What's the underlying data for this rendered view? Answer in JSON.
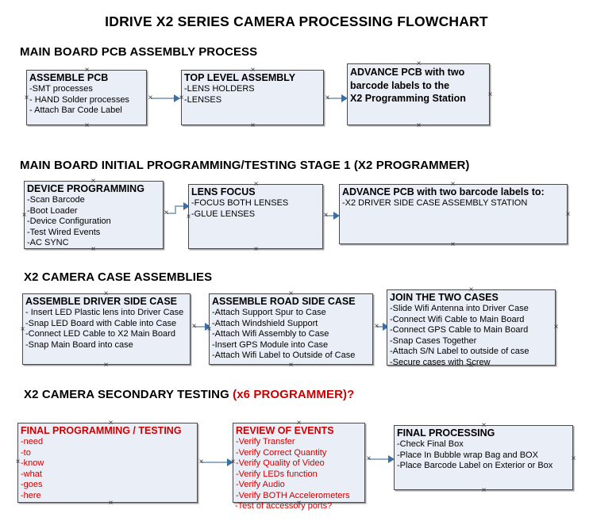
{
  "document": {
    "title": "IDRIVE X2  SERIES CAMERA PROCESSING FLOWCHART"
  },
  "sections": [
    {
      "id": "main-board-pcb-assembly-process",
      "heading": "MAIN BOARD PCB ASSEMBLY PROCESS",
      "heading_red": "",
      "boxes": [
        {
          "id": "assemble-pcb",
          "title": "ASSEMBLE PCB",
          "lines": [
            "-SMT processes",
            "- HAND Solder processes",
            "- Attach Bar Code Label"
          ]
        },
        {
          "id": "top-level-assembly",
          "title": "TOP LEVEL ASSEMBLY",
          "lines": [
            "-LENS HOLDERS",
            "-LENSES"
          ]
        },
        {
          "id": "advance-pcb-to-x2-programming-station",
          "title_lines": [
            "ADVANCE PCB with two",
            "barcode labels to the",
            " X2 Programming Station"
          ],
          "lines": []
        }
      ]
    },
    {
      "id": "main-board-initial-programming-testing-stage-1",
      "heading": "MAIN BOARD INITIAL PROGRAMMING/TESTING STAGE 1 (X2 PROGRAMMER)",
      "heading_red": "",
      "boxes": [
        {
          "id": "device-programming",
          "title": "DEVICE PROGRAMMING",
          "lines": [
            "-Scan Barcode",
            "-Boot Loader",
            "-Device Configuration",
            "-Test Wired Events",
            "-AC SYNC"
          ]
        },
        {
          "id": "lens-focus",
          "title": "LENS FOCUS",
          "lines": [
            "-FOCUS BOTH LENSES",
            "-GLUE LENSES"
          ]
        },
        {
          "id": "advance-pcb-to-driver-side-case-assembly",
          "title": "ADVANCE PCB with two barcode labels to:",
          "lines": [
            "-X2 DRIVER  SIDE  CASE  ASSEMBLY STATION"
          ]
        }
      ]
    },
    {
      "id": "x2-camera-case-assemblies",
      "heading": "X2 CAMERA CASE ASSEMBLIES",
      "heading_red": "",
      "boxes": [
        {
          "id": "assemble-driver-side-case",
          "title": "ASSEMBLE DRIVER SIDE CASE",
          "lines": [
            "- Insert LED Plastic lens into Driver Case",
            "-Snap LED Board with Cable into Case",
            "-Connect LED Cable to X2 Main Board",
            "-Snap Main Board into case"
          ]
        },
        {
          "id": "assemble-road-side-case",
          "title": "ASSEMBLE ROAD SIDE CASE",
          "lines": [
            "-Attach Support Spur to Case",
            "-Attach Windshield Support",
            "-Attach Wifi Assembly to Case",
            "-Insert GPS Module into Case",
            "-Attach Wifi Label to Outside of Case"
          ]
        },
        {
          "id": "join-the-two-cases",
          "title": "JOIN THE TWO CASES",
          "lines": [
            "-Slide Wifi Antenna into Driver Case",
            "-Connect Wifi Cable to Main Board",
            "-Connect GPS Cable to Main Board",
            "-Snap Cases Together",
            "-Attach S/N Label to outside of case",
            "-Secure cases with Screw"
          ]
        }
      ]
    },
    {
      "id": "x2-camera-secondary-testing",
      "heading": "X2 CAMERA SECONDARY TESTING ",
      "heading_red": "(x6 PROGRAMMER)?",
      "boxes": [
        {
          "id": "final-programming-testing",
          "title": "FINAL PROGRAMMING / TESTING",
          "lines": [
            "-need",
            "-to",
            "-know",
            "-what",
            "-goes",
            "-here"
          ]
        },
        {
          "id": "review-of-events",
          "title": "REVIEW OF EVENTS",
          "lines": [
            "-Verify Transfer",
            "-Verify Correct Quantity",
            "-Verify Quality of Video",
            "-Verify LEDs function",
            "-Verify Audio",
            "-Verify BOTH Accelerometers"
          ],
          "overflow_line": "-Test of accessory ports?"
        },
        {
          "id": "final-processing",
          "title": "FINAL PROCESSING",
          "lines": [
            " -Check Final Box",
            "-Place In Bubble wrap Bag and BOX",
            "-Place Barcode Label on Exterior or Box"
          ]
        }
      ]
    }
  ],
  "colors": {
    "box_fill": "#eaeff7",
    "box_border": "#4a4a4a",
    "connector": "#93aec6",
    "arrowhead": "#3b6ea5",
    "red_text": "#cc0000",
    "black_text": "#000000"
  }
}
